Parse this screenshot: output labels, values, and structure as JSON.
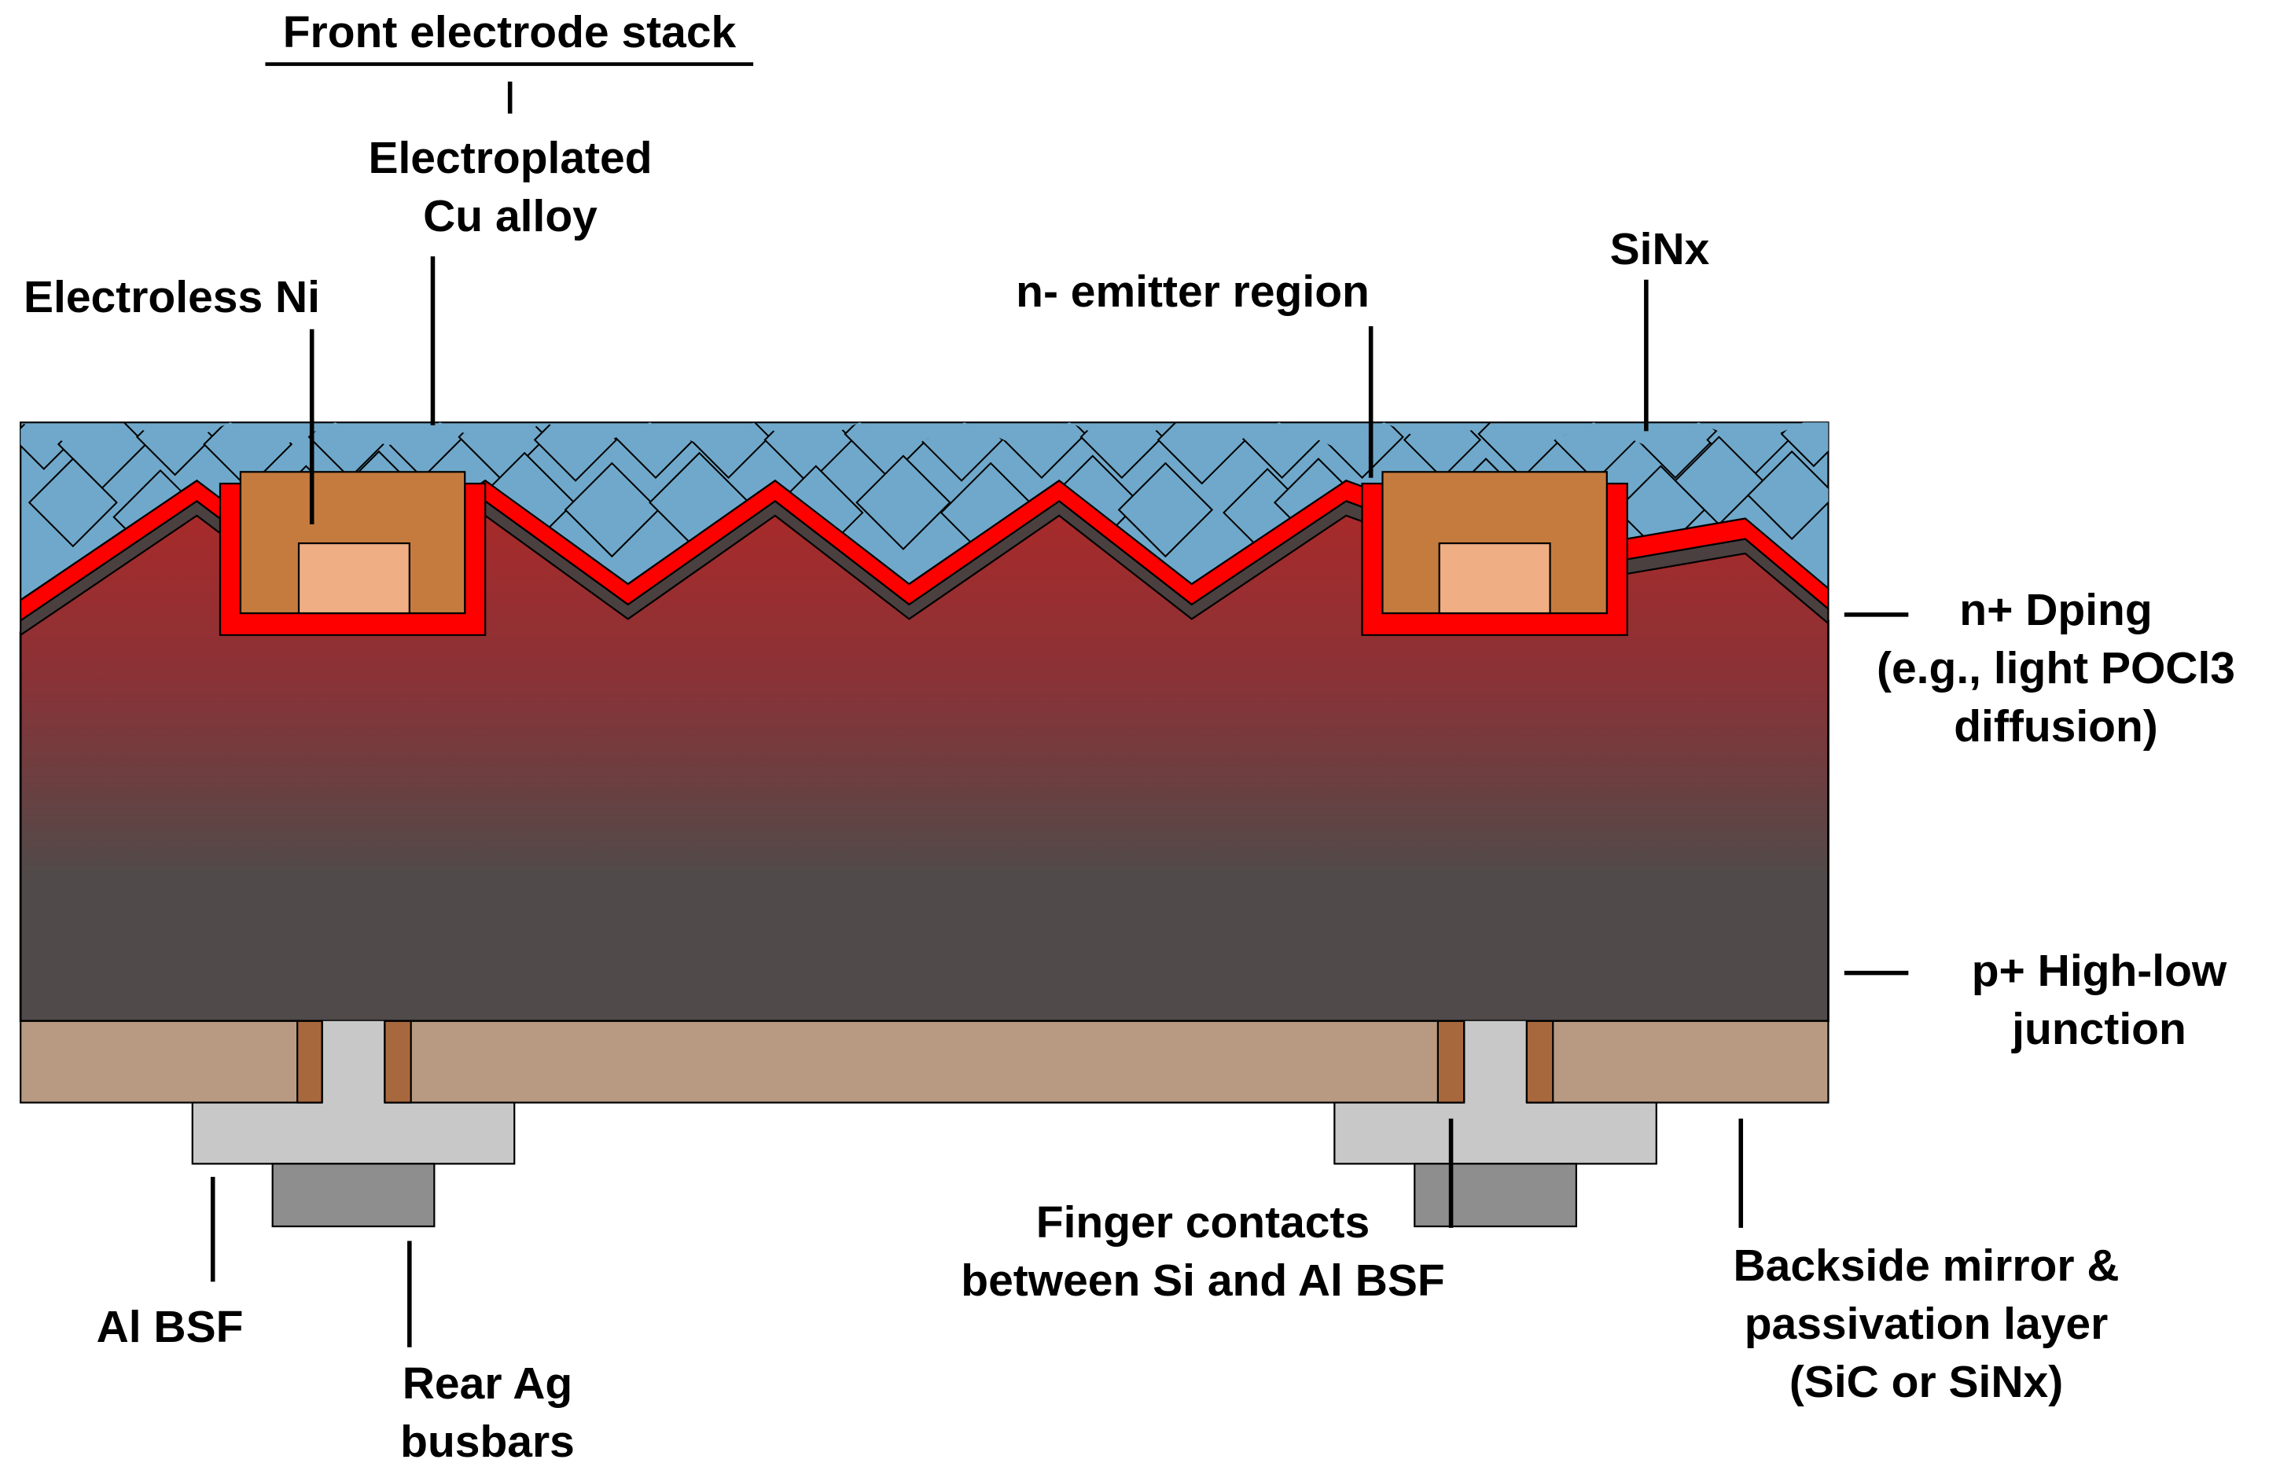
{
  "labels": {
    "front_stack": "Front electrode stack",
    "electroplated": [
      "Electroplated",
      "Cu alloy"
    ],
    "electroless_ni": "Electroless Ni",
    "n_emitter": "n- emitter region",
    "sinx": "SiNx",
    "n_plus": [
      "n+ Dping",
      "(e.g., light POCl3",
      "diffusion)"
    ],
    "p_plus": [
      "p+ High-low",
      "junction"
    ],
    "al_bsf": "Al BSF",
    "rear_ag": [
      "Rear Ag",
      "busbars"
    ],
    "finger": [
      "Finger contacts",
      "between Si and Al BSF"
    ],
    "backside": [
      "Backside mirror &",
      "passivation layer",
      "(SiC or SiNx)"
    ]
  },
  "colors": {
    "sinx": "#6fa8ca",
    "n_plus_doping": "#ff0000",
    "thin_layer": "#4a4040",
    "si_top": "#a82a2a",
    "si_bottom": "#504b4a",
    "cu_alloy": "#c67b3e",
    "ni": "#efae84",
    "rear_passivation": "#b89a82",
    "finger_contact": "#a8683e",
    "al_bsf": "#c8c8c8",
    "ag_busbar": "#8e8e8e"
  }
}
